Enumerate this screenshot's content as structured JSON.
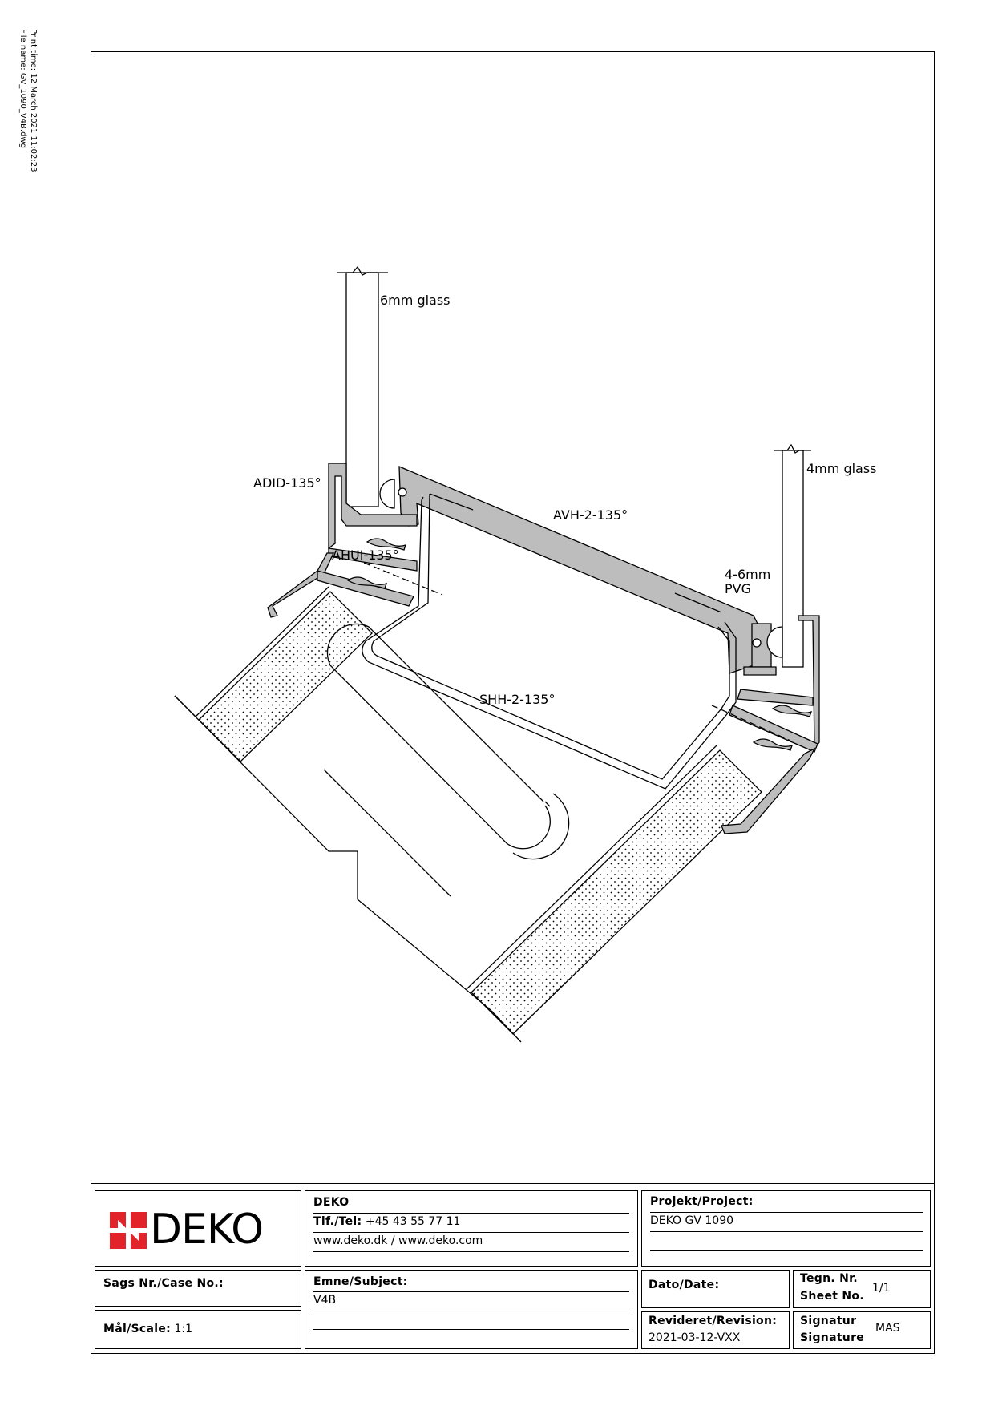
{
  "print_info": {
    "print_time": "Print time: 12 March 2021 11:02:23",
    "file_name": "File name: GV_1090_V4B.dwg"
  },
  "labels": {
    "glass_6mm": "6mm glass",
    "glass_4mm": "4mm glass",
    "adid": "ADID-135°",
    "ahui": "AHUI-135°",
    "avh": "AVH-2-135°",
    "pvg_1": "4-6mm",
    "pvg_2": "PVG",
    "shh": "SHH-2-135°"
  },
  "title_block": {
    "logo_text": "DEKO",
    "logo_color": "#e3232a",
    "company": "DEKO",
    "tel_label": "Tlf./Tel:",
    "tel_value": "+45 43 55 77 11",
    "web": "www.deko.dk / www.deko.com",
    "project_label": "Projekt/Project:",
    "project_value": "DEKO GV 1090",
    "case_label": "Sags Nr./Case No.:",
    "subject_label": "Emne/Subject:",
    "subject_value": "V4B",
    "date_label": "Dato/Date:",
    "sheet_label_1": "Tegn. Nr.",
    "sheet_label_2": "Sheet No.",
    "sheet_value": "1/1",
    "scale_label": "Mål/Scale:",
    "scale_value": "1:1",
    "revision_label": "Revideret/Revision:",
    "revision_value": "2021-03-12-VXX",
    "signature_label_1": "Signatur",
    "signature_label_2": "Signature",
    "signature_value": "MAS"
  }
}
